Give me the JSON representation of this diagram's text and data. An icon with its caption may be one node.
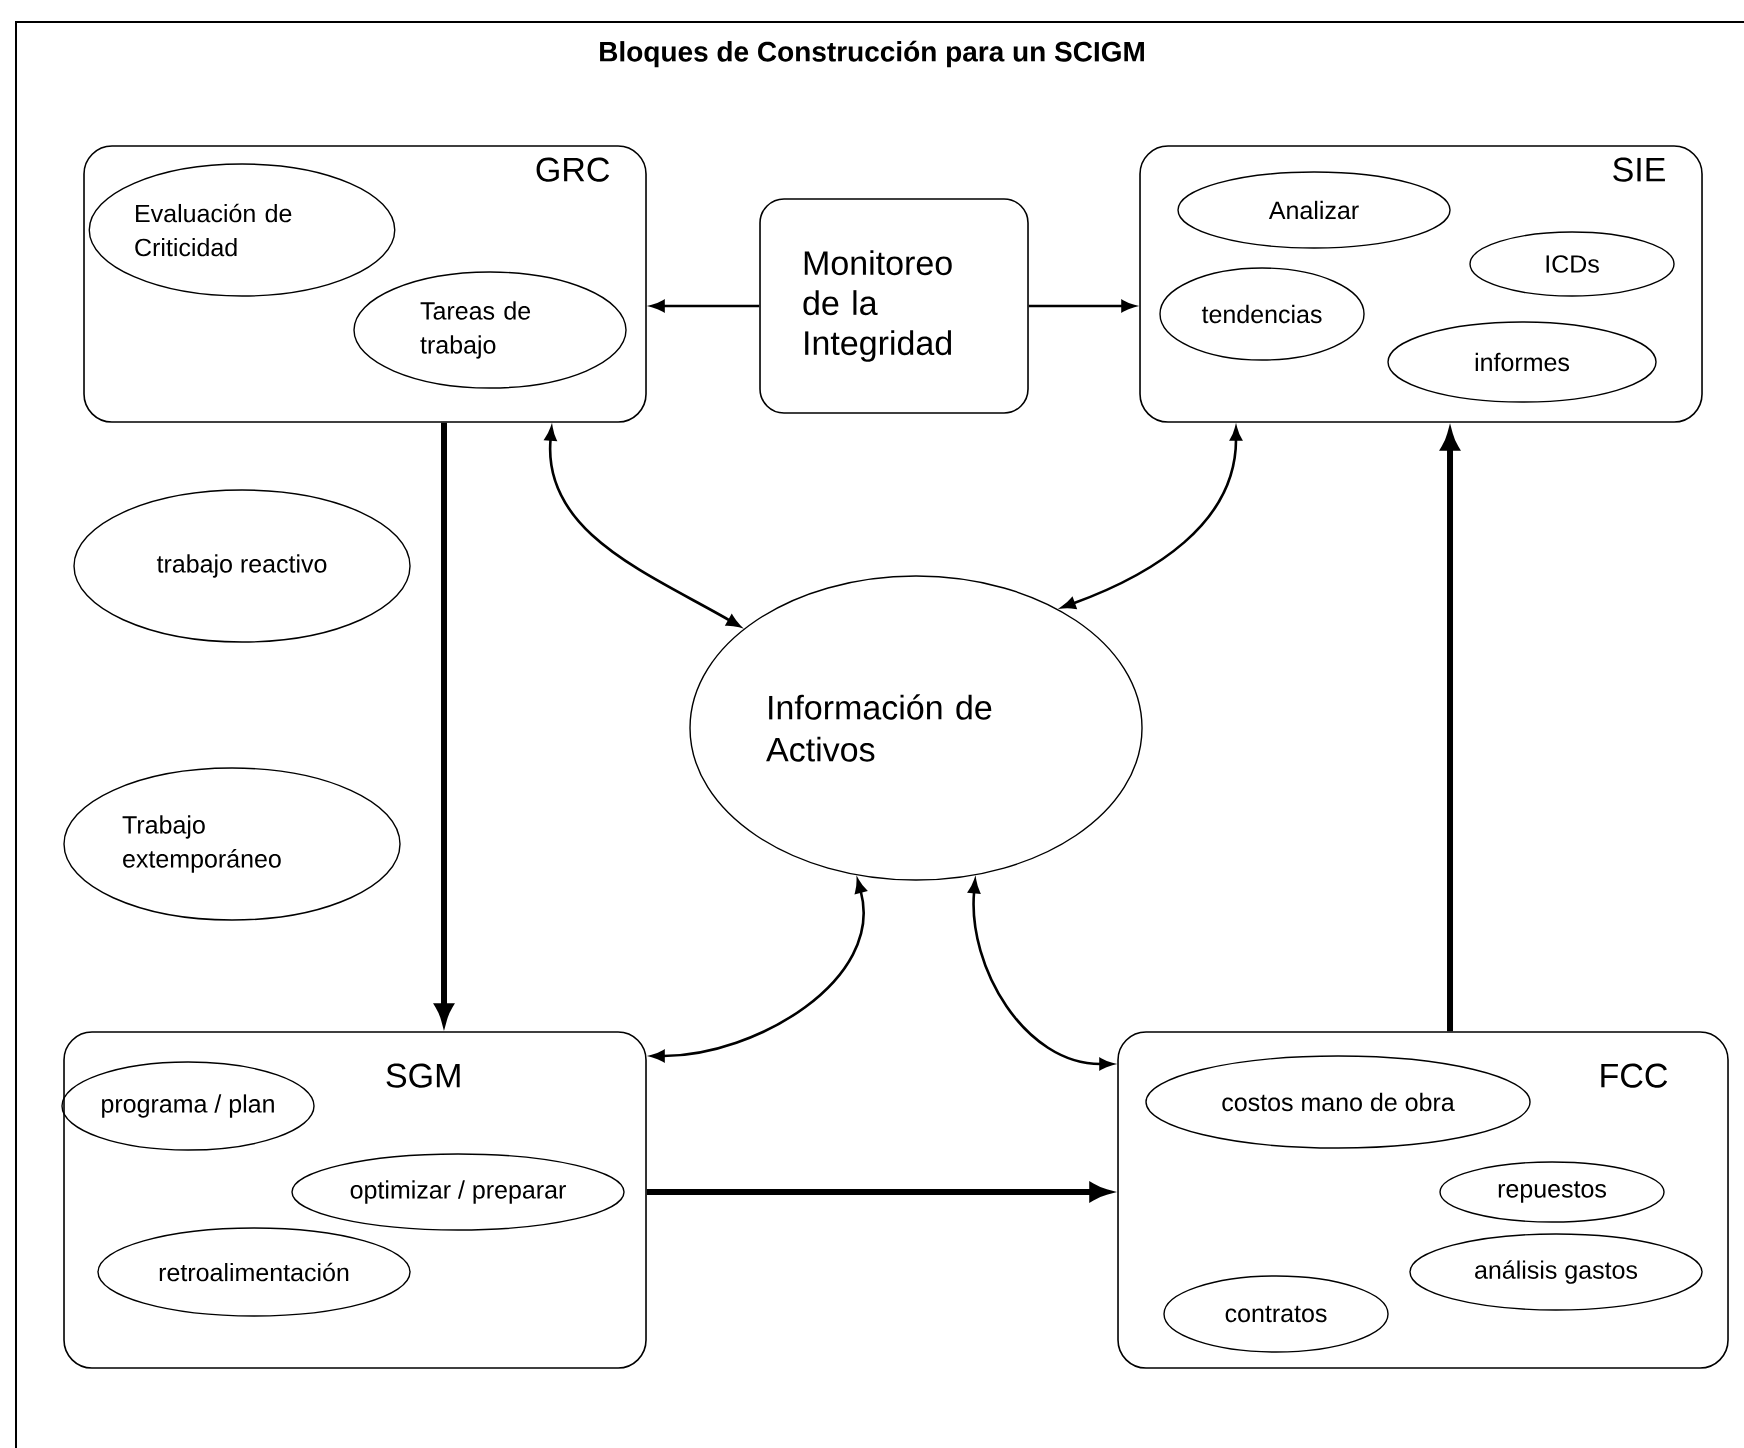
{
  "diagram": {
    "title": "Bloques de Construcción para un SCIGM",
    "nodes": [
      {
        "text": [
          "GRC"
        ]
      },
      {
        "text": [
          "Evaluación de Criticidad"
        ],
        "in": 0
      },
      {
        "text": [
          "Tareas de trabajo"
        ],
        "in": 0
      },
      {
        "text": [
          "Monitoreo de la Integridad"
        ]
      },
      {
        "text": [
          "SIE"
        ]
      },
      {
        "text": [
          "Analizar"
        ],
        "in": 4
      },
      {
        "text": [
          "ICDs"
        ],
        "in": 4
      },
      {
        "text": [
          "tendencias"
        ],
        "in": 4
      },
      {
        "text": [
          "informes"
        ],
        "in": 4
      },
      {
        "text": [
          "trabajo reactivo"
        ]
      },
      {
        "text": [
          "Trabajo extemporáneo"
        ]
      },
      {
        "text": [
          "Información de Activos"
        ]
      },
      {
        "text": [
          "SGM"
        ]
      },
      {
        "text": [
          "programa / plan"
        ],
        "in": 12
      },
      {
        "text": [
          "optimizar / preparar"
        ],
        "in": 12
      },
      {
        "text": [
          "retroalimentación"
        ],
        "in": 12
      },
      {
        "text": [
          "FCC"
        ]
      },
      {
        "text": [
          "costos mano de obra"
        ],
        "in": 16
      },
      {
        "text": [
          "repuestos"
        ],
        "in": 16
      },
      {
        "text": [
          "análisis gastos"
        ],
        "in": 16
      },
      {
        "text": [
          "contratos"
        ],
        "in": 16
      }
    ],
    "edges": [
      {
        "from": 3,
        "to": 0,
        "arrow": "to"
      },
      {
        "from": 3,
        "to": 4,
        "arrow": "to"
      },
      {
        "from": 0,
        "to": 11,
        "arrow": "both"
      },
      {
        "from": 4,
        "to": 11,
        "arrow": "both"
      },
      {
        "from": 12,
        "to": 11,
        "arrow": "both"
      },
      {
        "from": 16,
        "to": 11,
        "arrow": "both"
      },
      {
        "from": 0,
        "to": 12,
        "arrow": "to",
        "style": "thick"
      },
      {
        "from": 12,
        "to": 16,
        "arrow": "to",
        "style": "thick"
      },
      {
        "from": 16,
        "to": 4,
        "arrow": "to",
        "style": "thick"
      }
    ]
  }
}
